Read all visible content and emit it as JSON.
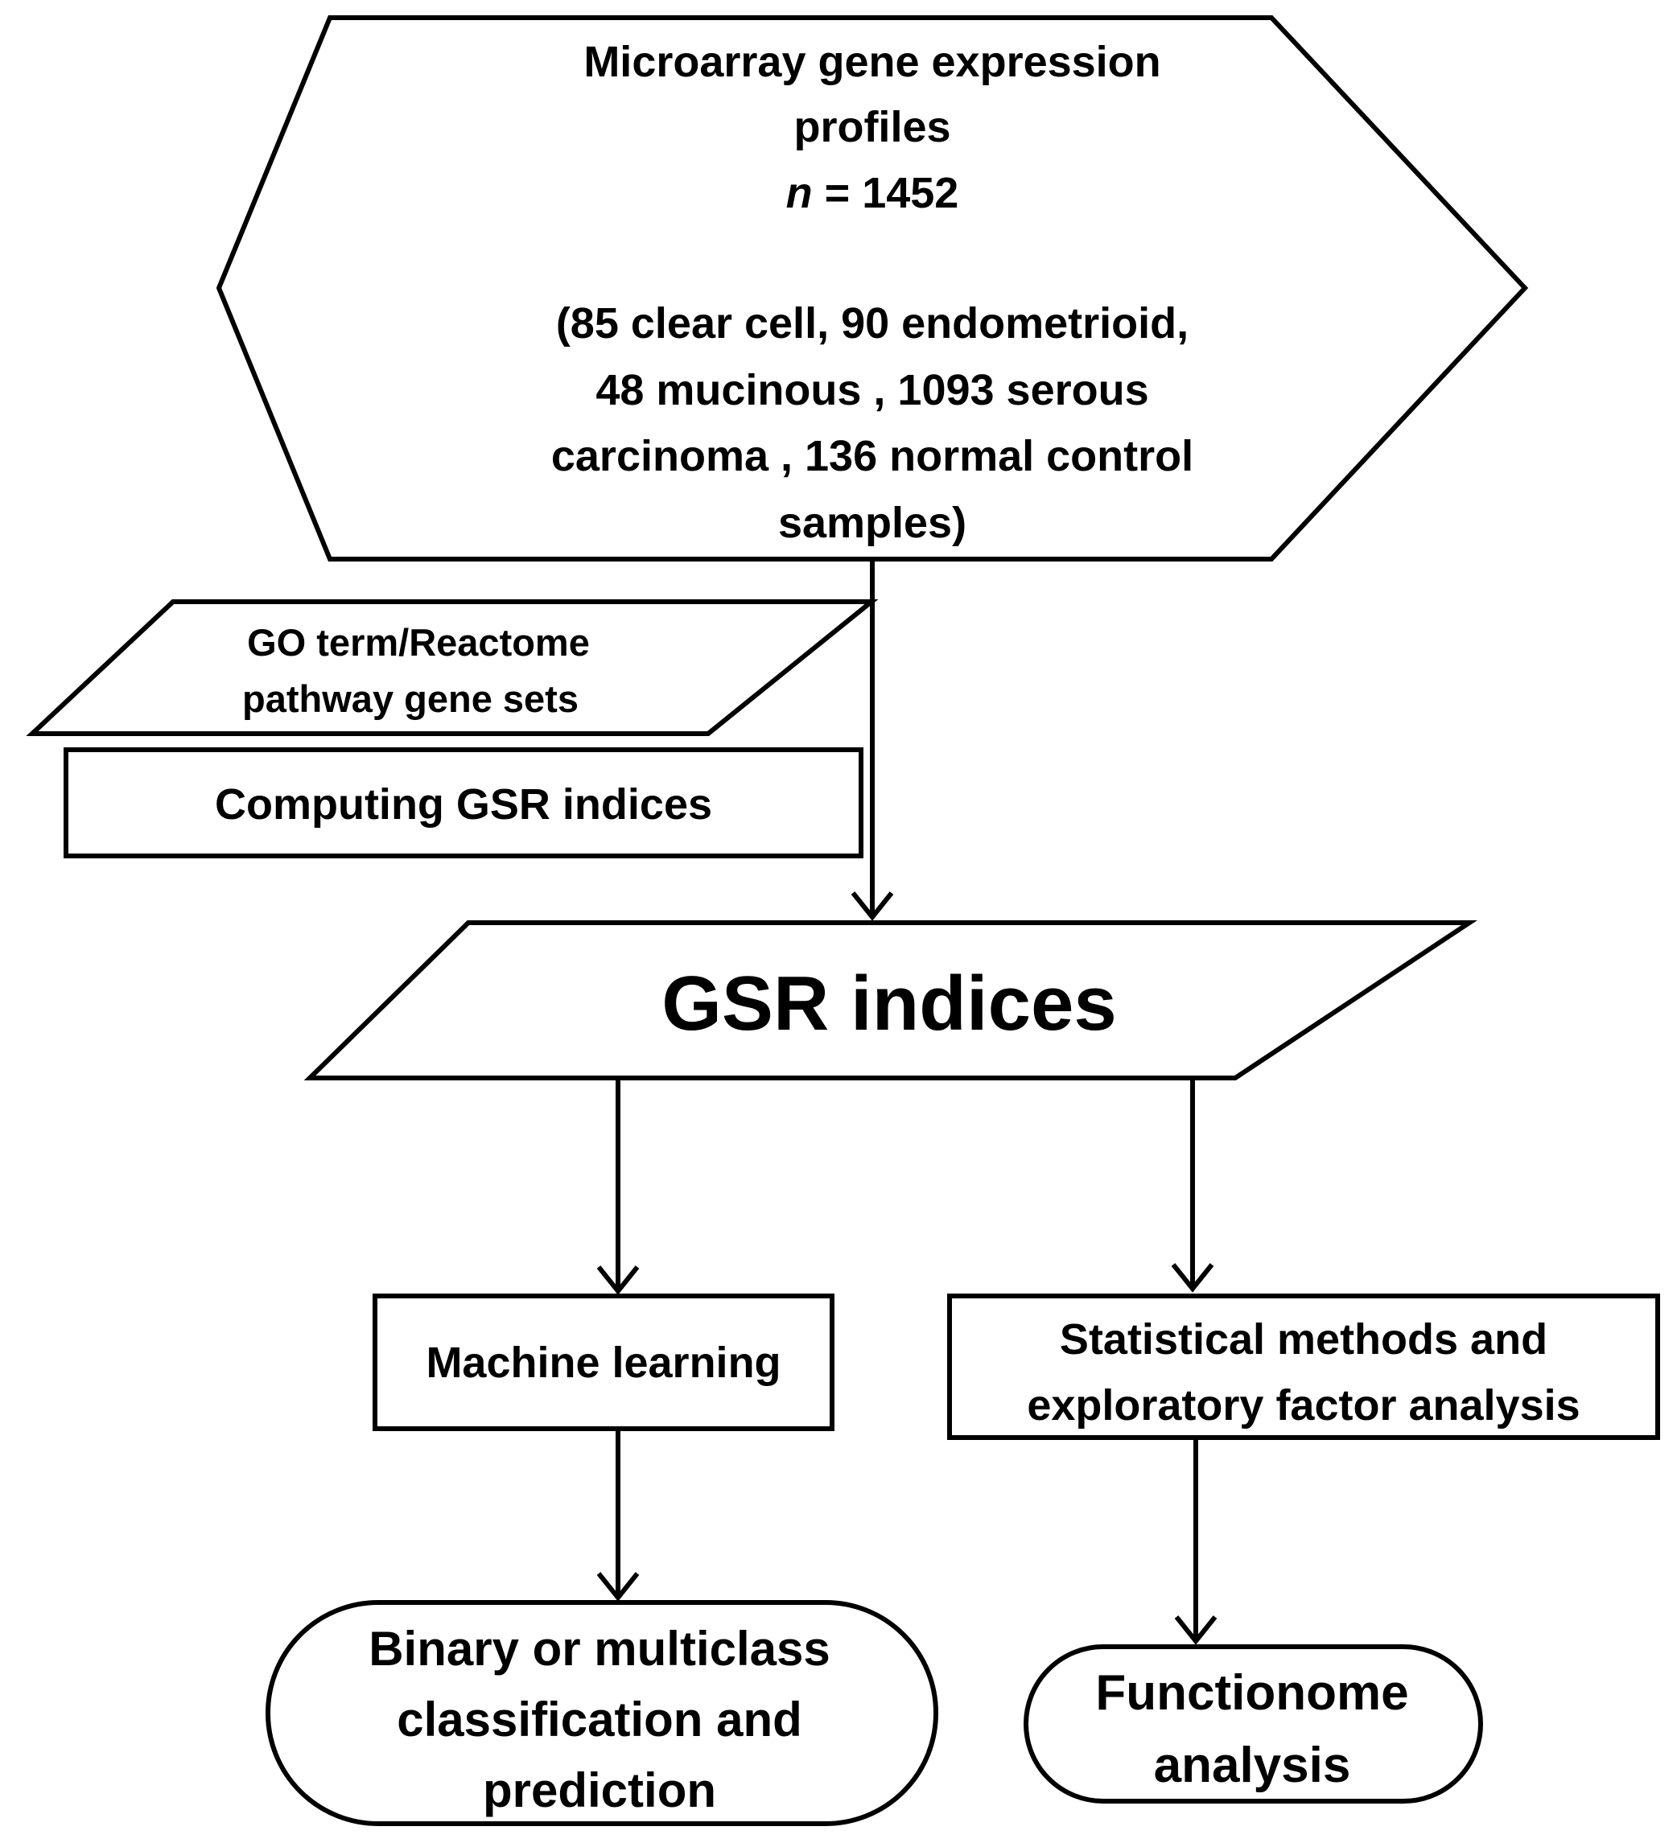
{
  "nodes": {
    "microarray": {
      "title_line1": "Microarray gene expression",
      "title_line2": "profiles",
      "n_symbol": "n",
      "n_value": " = 1452",
      "detail_line1": "(85 clear cell, 90 endometrioid,",
      "detail_line2": "48 mucinous , 1093 serous",
      "detail_line3": "carcinoma , 136 normal control",
      "detail_line4": "samples)"
    },
    "gene_sets": {
      "line1": "GO term/Reactome",
      "line2": "pathway gene sets"
    },
    "computing": {
      "label": "Computing GSR indices"
    },
    "gsr_indices": {
      "label": "GSR indices"
    },
    "machine_learning": {
      "label": "Machine learning"
    },
    "statistical": {
      "line1": "Statistical methods and",
      "line2": "exploratory factor analysis"
    },
    "classification": {
      "line1": "Binary or multiclass",
      "line2": "classification and",
      "line3": "prediction"
    },
    "functionome": {
      "line1": "Functionome",
      "line2": "analysis"
    }
  }
}
